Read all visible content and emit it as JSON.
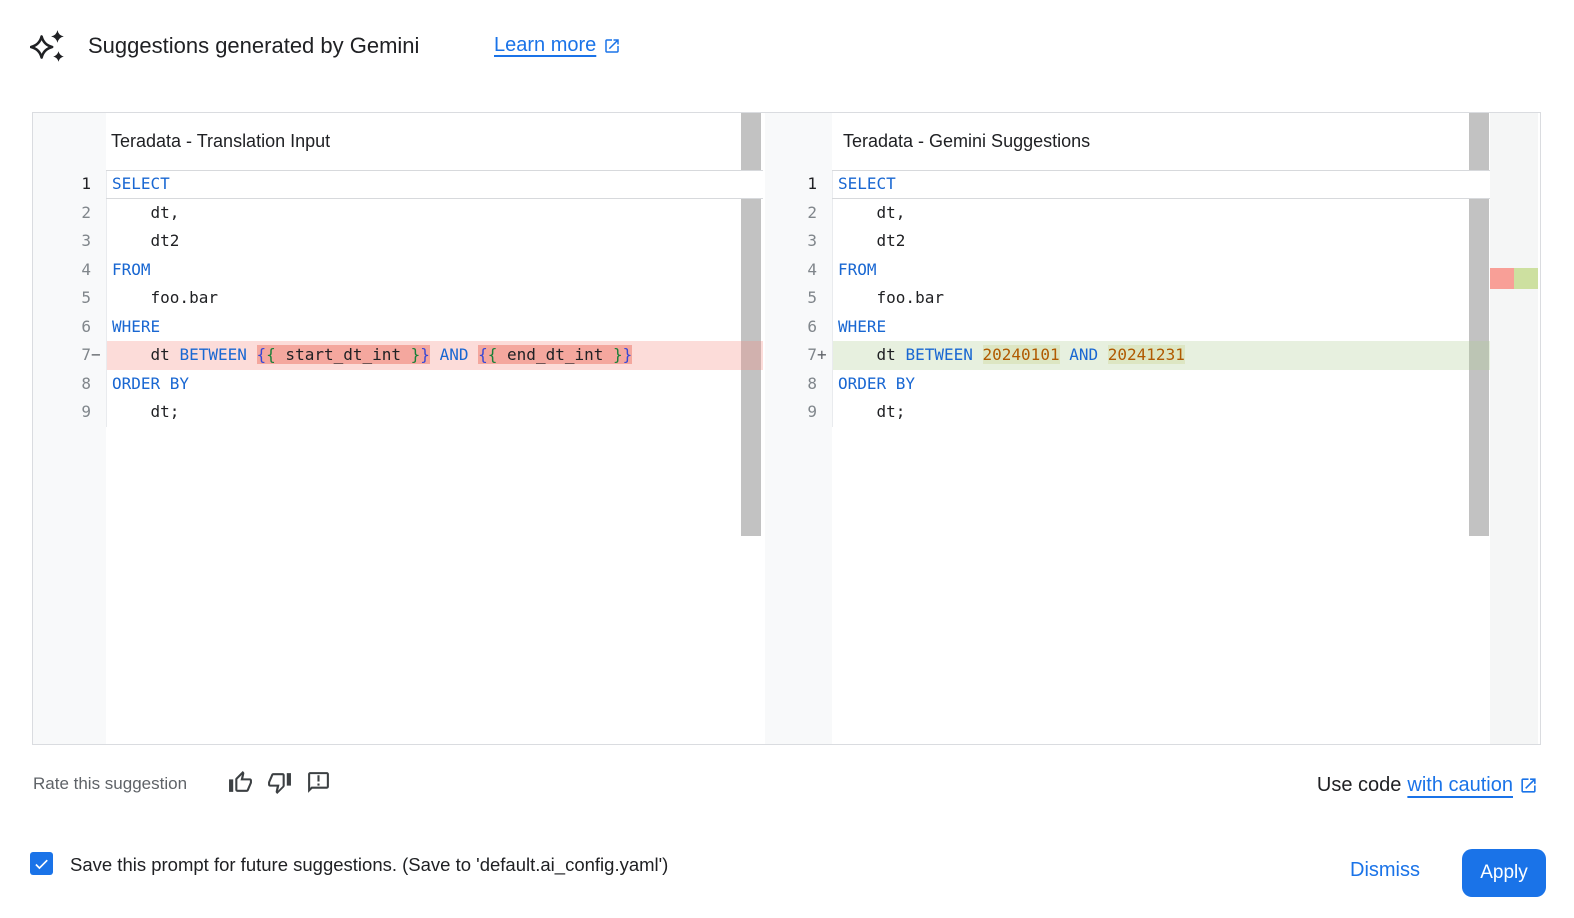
{
  "colors": {
    "accent_blue": "#1a73e8",
    "keyword_blue": "#1967d2",
    "text_dark": "#202124",
    "text_gray": "#5f6368",
    "number_orange": "#b05a00",
    "bracket_outer_blue": "#3747d6",
    "bracket_inner_green": "#188038",
    "deleted_line_bg": "rgba(244,140,128,0.30)",
    "deleted_token_bg": "#f4a79e",
    "added_line_bg": "rgba(175,205,150,0.30)",
    "added_token_bg": "#dde6c3",
    "ruler_deleted": "#f89f97",
    "ruler_added": "#cde0a0",
    "gutter_bg": "#f8f9fa",
    "scrollbar_thumb": "#c2c2c2"
  },
  "header": {
    "icon": "gemini-sparkle-icon",
    "title": "Suggestions generated by Gemini",
    "learn_more_label": "Learn more"
  },
  "diff": {
    "panes": [
      {
        "id": "translation-input",
        "title": "Teradata - Translation Input",
        "lines": [
          {
            "n": "1",
            "sign": "",
            "state": "active",
            "tokens": [
              {
                "t": "SELECT",
                "c": "kw"
              }
            ]
          },
          {
            "n": "2",
            "sign": "",
            "state": "",
            "tokens": [
              {
                "t": "    dt,",
                "c": "pl"
              }
            ]
          },
          {
            "n": "3",
            "sign": "",
            "state": "",
            "tokens": [
              {
                "t": "    dt2",
                "c": "pl"
              }
            ]
          },
          {
            "n": "4",
            "sign": "",
            "state": "",
            "tokens": [
              {
                "t": "FROM",
                "c": "kw"
              }
            ]
          },
          {
            "n": "5",
            "sign": "",
            "state": "",
            "tokens": [
              {
                "t": "    foo.bar",
                "c": "pl"
              }
            ]
          },
          {
            "n": "6",
            "sign": "",
            "state": "",
            "tokens": [
              {
                "t": "WHERE",
                "c": "kw"
              }
            ]
          },
          {
            "n": "7",
            "sign": "−",
            "state": "del",
            "tokens": [
              {
                "t": "    dt ",
                "c": "pl"
              },
              {
                "t": "BETWEEN",
                "c": "kw"
              },
              {
                "t": " ",
                "c": "pl"
              },
              {
                "t": "{",
                "c": "b1",
                "hl": true
              },
              {
                "t": "{",
                "c": "b2",
                "hl": true
              },
              {
                "t": " start_dt_int ",
                "c": "pl",
                "hl": true
              },
              {
                "t": "}",
                "c": "b2",
                "hl": true
              },
              {
                "t": "}",
                "c": "b1",
                "hl": true
              },
              {
                "t": " ",
                "c": "pl"
              },
              {
                "t": "AND",
                "c": "kw"
              },
              {
                "t": " ",
                "c": "pl"
              },
              {
                "t": "{",
                "c": "b1",
                "hl": true
              },
              {
                "t": "{",
                "c": "b2",
                "hl": true
              },
              {
                "t": " end_dt_int ",
                "c": "pl",
                "hl": true
              },
              {
                "t": "}",
                "c": "b2",
                "hl": true
              },
              {
                "t": "}",
                "c": "b1",
                "hl": true
              }
            ]
          },
          {
            "n": "8",
            "sign": "",
            "state": "",
            "tokens": [
              {
                "t": "ORDER BY",
                "c": "kw"
              }
            ]
          },
          {
            "n": "9",
            "sign": "",
            "state": "",
            "tokens": [
              {
                "t": "    dt;",
                "c": "pl"
              }
            ]
          }
        ]
      },
      {
        "id": "gemini-suggestions",
        "title": "Teradata - Gemini Suggestions",
        "lines": [
          {
            "n": "1",
            "sign": "",
            "state": "active",
            "tokens": [
              {
                "t": "SELECT",
                "c": "kw"
              }
            ]
          },
          {
            "n": "2",
            "sign": "",
            "state": "",
            "tokens": [
              {
                "t": "    dt,",
                "c": "pl"
              }
            ]
          },
          {
            "n": "3",
            "sign": "",
            "state": "",
            "tokens": [
              {
                "t": "    dt2",
                "c": "pl"
              }
            ]
          },
          {
            "n": "4",
            "sign": "",
            "state": "",
            "tokens": [
              {
                "t": "FROM",
                "c": "kw"
              }
            ]
          },
          {
            "n": "5",
            "sign": "",
            "state": "",
            "tokens": [
              {
                "t": "    foo.bar",
                "c": "pl"
              }
            ]
          },
          {
            "n": "6",
            "sign": "",
            "state": "",
            "tokens": [
              {
                "t": "WHERE",
                "c": "kw"
              }
            ]
          },
          {
            "n": "7",
            "sign": "+",
            "state": "add",
            "tokens": [
              {
                "t": "    dt ",
                "c": "pl"
              },
              {
                "t": "BETWEEN",
                "c": "kw"
              },
              {
                "t": " ",
                "c": "pl"
              },
              {
                "t": "20240101",
                "c": "num",
                "hl": true
              },
              {
                "t": " ",
                "c": "pl"
              },
              {
                "t": "AND",
                "c": "kw"
              },
              {
                "t": " ",
                "c": "pl"
              },
              {
                "t": "20241231",
                "c": "num",
                "hl": true
              }
            ]
          },
          {
            "n": "8",
            "sign": "",
            "state": "",
            "tokens": [
              {
                "t": "ORDER BY",
                "c": "kw"
              }
            ]
          },
          {
            "n": "9",
            "sign": "",
            "state": "",
            "tokens": [
              {
                "t": "    dt;",
                "c": "pl"
              }
            ]
          }
        ]
      }
    ],
    "overview_marks": [
      {
        "type": "del"
      },
      {
        "type": "add"
      }
    ]
  },
  "rate": {
    "label": "Rate this suggestion",
    "icons": [
      "thumb-up-icon",
      "thumb-down-icon",
      "feedback-icon"
    ]
  },
  "use_code": {
    "prefix": "Use code",
    "link_label": "with caution"
  },
  "footer": {
    "checkbox_checked": true,
    "save_label": "Save this prompt for future suggestions. (Save to 'default.ai_config.yaml')",
    "dismiss_label": "Dismiss",
    "apply_label": "Apply"
  }
}
